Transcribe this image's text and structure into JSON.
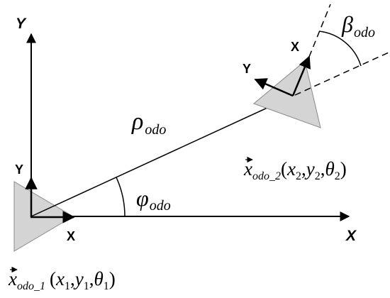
{
  "global_frame": {
    "y_label": "Y",
    "x_label": "X"
  },
  "robot_1": {
    "x_label": "X",
    "y_label": "Y",
    "pose_vec": "x",
    "pose_sub": "odo_1",
    "pose_args": {
      "open": "(",
      "x": "x",
      "x_sub": "1",
      "y": "y",
      "y_sub": "1",
      "theta": "θ",
      "theta_sub": "1",
      "close": ")",
      "comma": ","
    }
  },
  "robot_2": {
    "x_label": "X",
    "y_label": "Y",
    "pose_vec": "x",
    "pose_sub": "odo_2",
    "pose_args": {
      "open": "(",
      "x": "x",
      "x_sub": "2",
      "y": "y",
      "y_sub": "2",
      "theta": "θ",
      "theta_sub": "2",
      "close": ")",
      "comma": ","
    }
  },
  "labels": {
    "rho": "ρ",
    "rho_sub": "odo",
    "phi": "φ",
    "phi_sub": "odo",
    "beta": "β",
    "beta_sub": "odo"
  },
  "colors": {
    "triangle_fill": "#d4d4d4",
    "triangle_stroke": "#8a8a8a",
    "line": "#000000"
  }
}
